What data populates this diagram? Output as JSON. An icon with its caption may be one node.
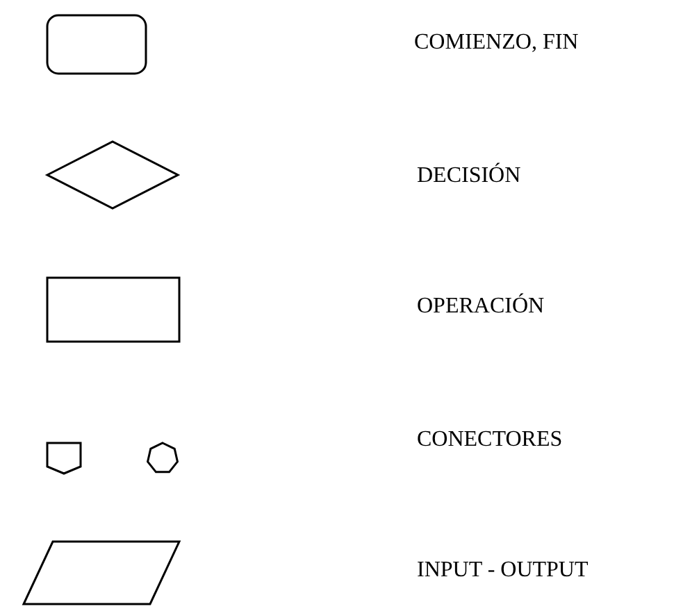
{
  "diagram": {
    "nodes": [
      {
        "text": [],
        "shape": "box"
      },
      {
        "text": [],
        "shape": "diamond"
      },
      {
        "text": [],
        "shape": "box"
      },
      {
        "text": [],
        "shape": "pentagon"
      },
      {
        "text": [],
        "shape": "circle"
      },
      {
        "text": [],
        "shape": "parallelogram"
      }
    ],
    "labels": [
      "COMIENZO, FIN",
      "DECISIÓN",
      "OPERACIÓN",
      "CONECTORES",
      "INPUT - OUTPUT"
    ]
  }
}
